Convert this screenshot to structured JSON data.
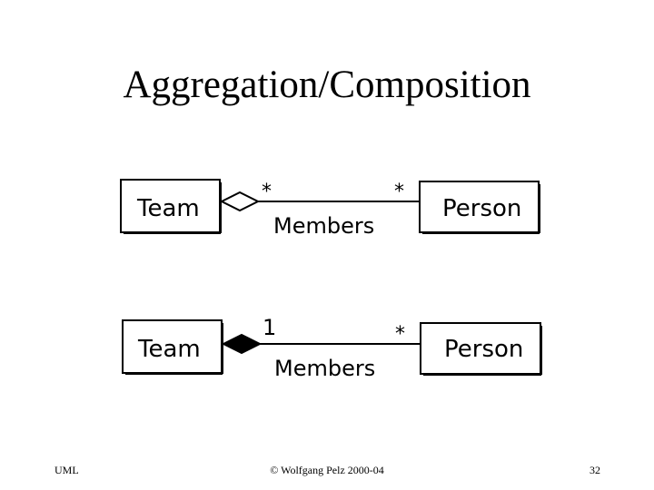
{
  "slide": {
    "title": "Aggregation/Composition"
  },
  "diagrams": [
    {
      "kind": "aggregation",
      "whole_class": "Team",
      "part_class": "Person",
      "association_name": "Members",
      "whole_multiplicity": "*",
      "part_multiplicity": "*",
      "diamond": "hollow"
    },
    {
      "kind": "composition",
      "whole_class": "Team",
      "part_class": "Person",
      "association_name": "Members",
      "whole_multiplicity": "1",
      "part_multiplicity": "*",
      "diamond": "filled"
    }
  ],
  "footer": {
    "left": "UML",
    "center": "© Wolfgang Pelz 2000-04",
    "right": "32"
  }
}
